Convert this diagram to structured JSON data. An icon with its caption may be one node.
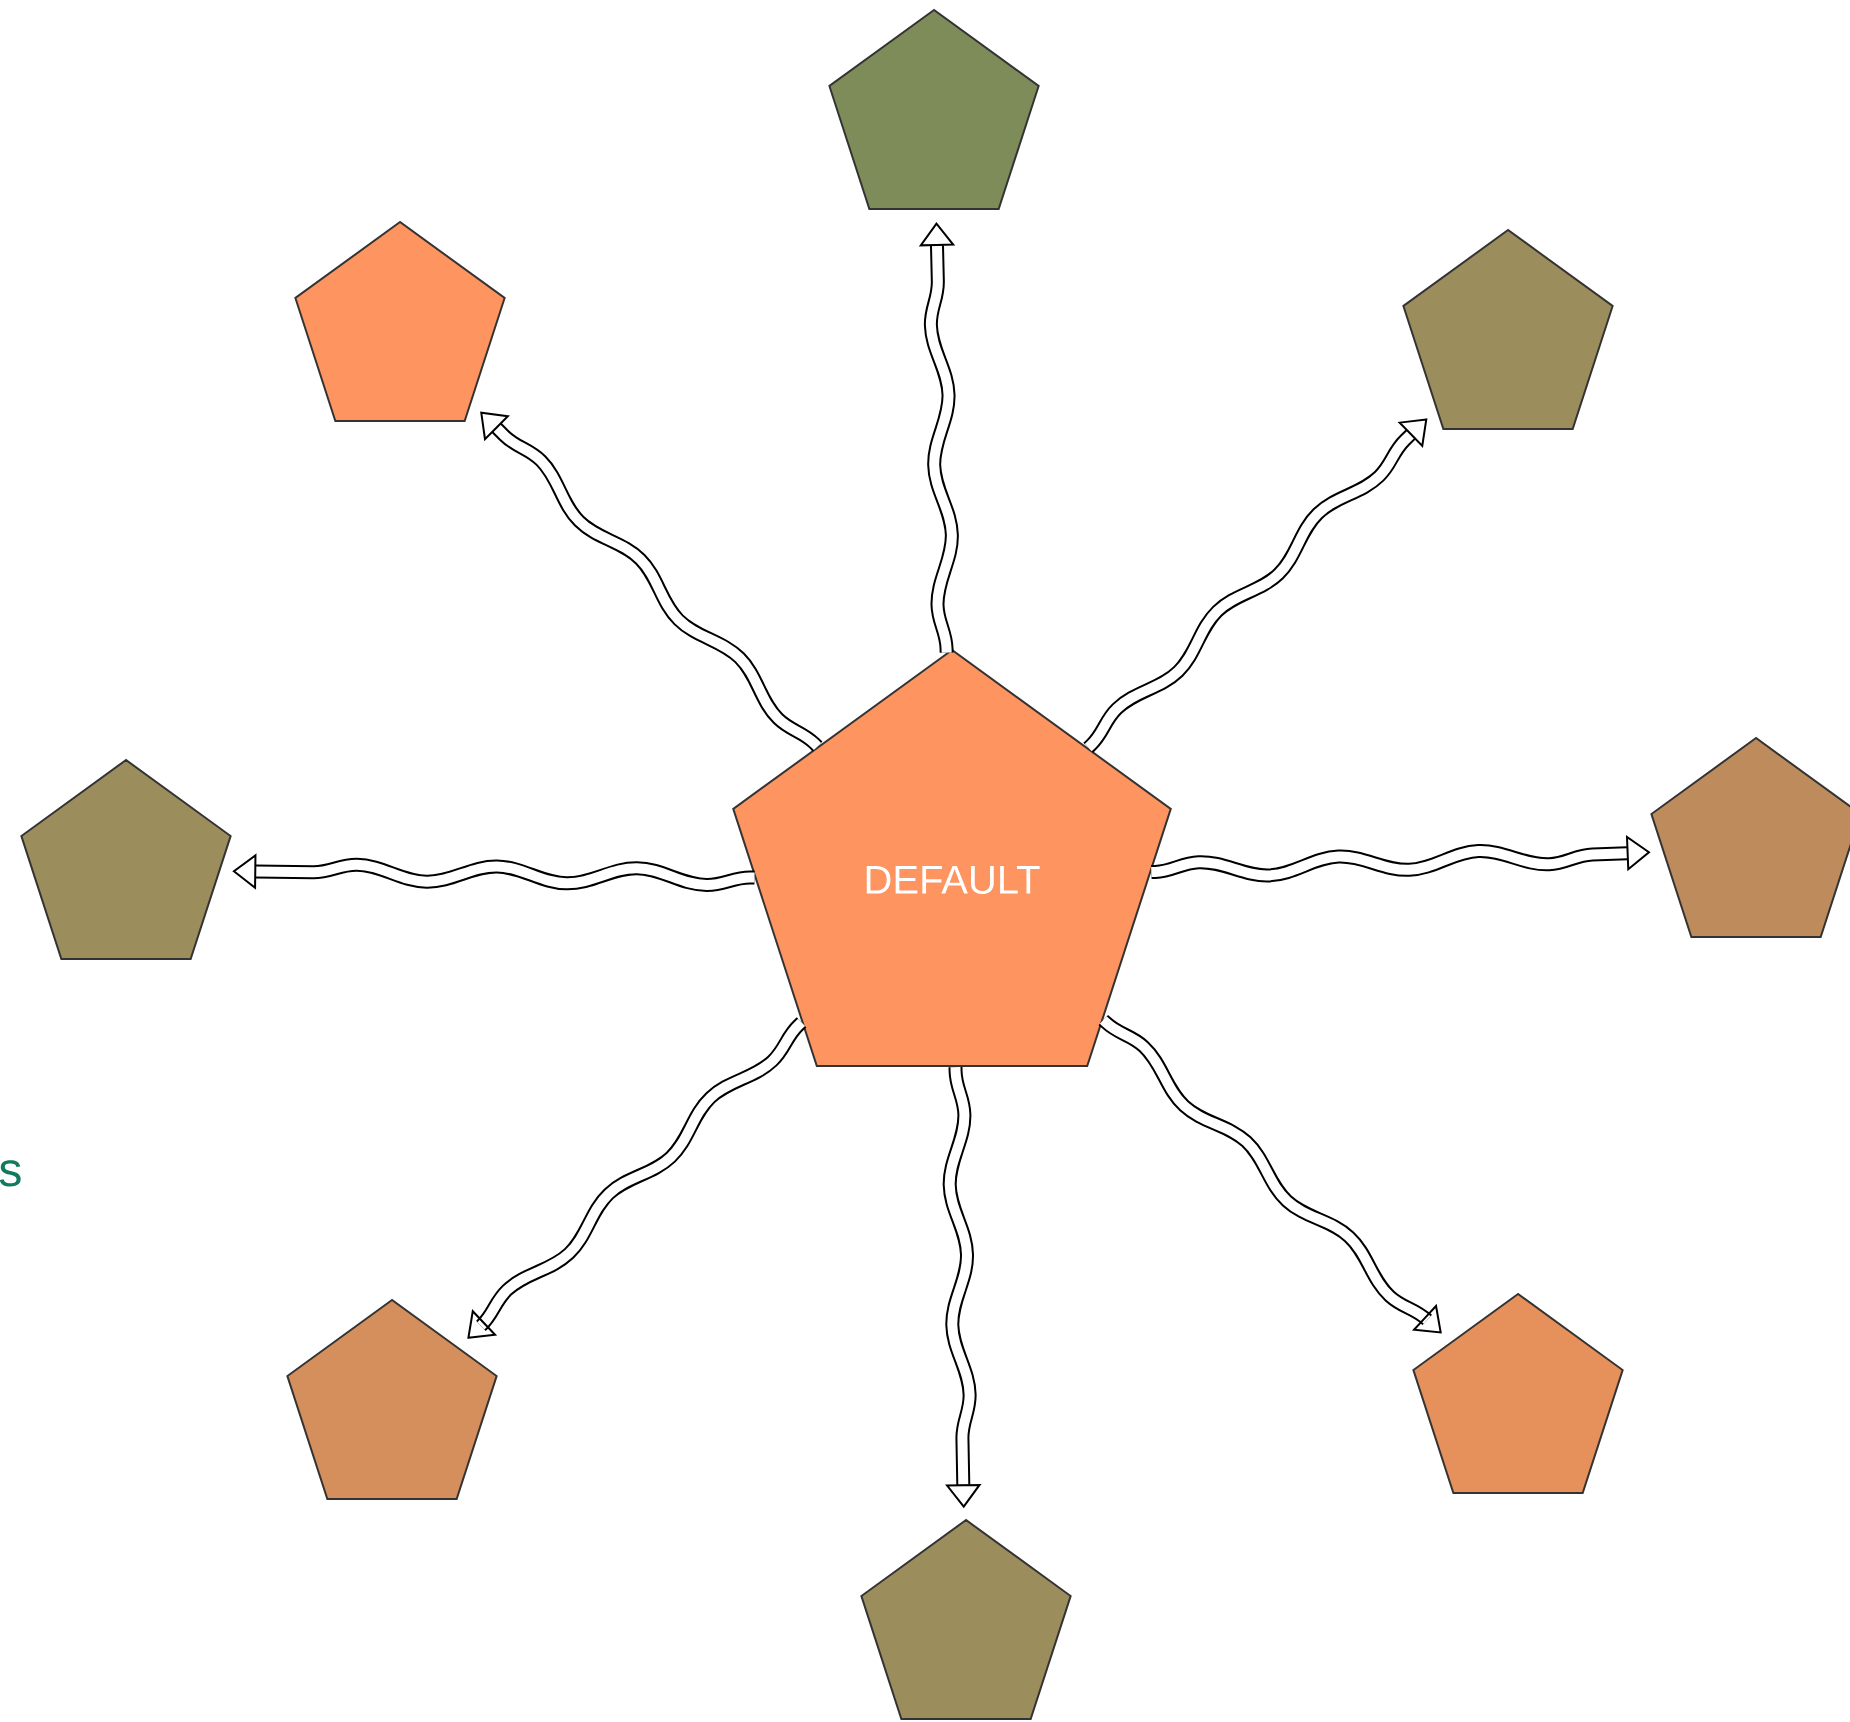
{
  "diagram": {
    "nodes": [
      {
        "text": [
          "DEFAULT"
        ]
      },
      {
        "text": [],
        "shape": "pentagon"
      },
      {
        "text": [],
        "shape": "pentagon"
      },
      {
        "text": [],
        "shape": "pentagon"
      },
      {
        "text": [],
        "shape": "pentagon"
      },
      {
        "text": [],
        "shape": "pentagon"
      },
      {
        "text": [],
        "shape": "pentagon"
      },
      {
        "text": [],
        "shape": "pentagon"
      },
      {
        "text": [],
        "shape": "pentagon"
      }
    ],
    "edges": [
      {
        "from": 0,
        "to": 1,
        "arrow": "to"
      },
      {
        "from": 0,
        "to": 2,
        "arrow": "to"
      },
      {
        "from": 0,
        "to": 3,
        "arrow": "to"
      },
      {
        "from": 0,
        "to": 4,
        "arrow": "to"
      },
      {
        "from": 0,
        "to": 5,
        "arrow": "to"
      },
      {
        "from": 0,
        "to": 6,
        "arrow": "to"
      },
      {
        "from": 0,
        "to": 7,
        "arrow": "to"
      },
      {
        "from": 0,
        "to": 8,
        "arrow": "to"
      }
    ],
    "labels": [
      "s"
    ]
  }
}
